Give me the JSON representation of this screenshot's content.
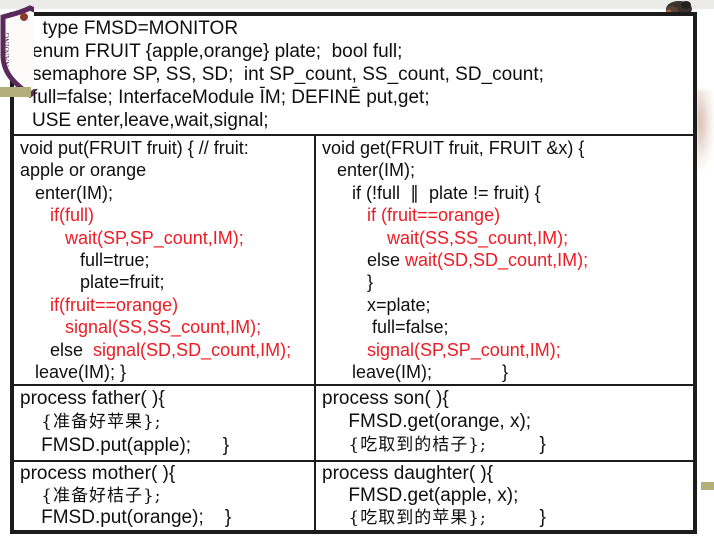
{
  "decor": {
    "top_strip_color": "#ebebe9",
    "olive_accent_color": "#b3ae7c",
    "crest_color": "#5a2a5a",
    "crest_text": "NANJING",
    "red_code_color": "#ed1c24",
    "border_color": "#1c1c1c"
  },
  "monitor_def": {
    "lines": [
      {
        "segments": [
          {
            "t": "  type FMSD=MONITOR",
            "c": "k"
          }
        ]
      },
      {
        "segments": [
          {
            "t": "enum FRUIT {apple,orange} plate;  bool full;",
            "c": "k"
          }
        ]
      },
      {
        "segments": [
          {
            "t": "semaphore SP, SS, SD;  int SP_count, SS_count, SD_count;",
            "c": "k"
          }
        ]
      },
      {
        "segments": [
          {
            "t": "full=false; InterfaceModule ĪM; DEFINĒ put,get;",
            "c": "k"
          }
        ]
      },
      {
        "segments": [
          {
            "t": "USE enter,leave,wait,signal;",
            "c": "k"
          }
        ]
      }
    ]
  },
  "put_fn": {
    "lines": [
      {
        "segments": [
          {
            "t": "void put(FRUIT fruit) { // fruit:",
            "c": "k"
          }
        ]
      },
      {
        "segments": [
          {
            "t": "apple or orange",
            "c": "k"
          }
        ]
      },
      {
        "segments": [
          {
            "t": "   enter(IM);",
            "c": "k"
          }
        ]
      },
      {
        "segments": [
          {
            "t": "      if(full)",
            "c": "r"
          }
        ]
      },
      {
        "segments": [
          {
            "t": "         wait(SP,SP_count,IM);",
            "c": "r"
          }
        ]
      },
      {
        "segments": [
          {
            "t": "            full=true;",
            "c": "k"
          }
        ]
      },
      {
        "segments": [
          {
            "t": "            plate=fruit;",
            "c": "k"
          }
        ]
      },
      {
        "segments": [
          {
            "t": "      if(fruit==orange)",
            "c": "r"
          }
        ]
      },
      {
        "segments": [
          {
            "t": "         signal(SS,SS_count,IM);",
            "c": "r"
          }
        ]
      },
      {
        "segments": [
          {
            "t": "      else  ",
            "c": "k"
          },
          {
            "t": "signal(SD,SD_count,IM);",
            "c": "r"
          }
        ]
      },
      {
        "segments": [
          {
            "t": "   leave(IM); }",
            "c": "k"
          }
        ]
      }
    ]
  },
  "get_fn": {
    "lines": [
      {
        "segments": [
          {
            "t": "void get(FRUIT fruit, FRUIT &x) {",
            "c": "k"
          }
        ]
      },
      {
        "segments": [
          {
            "t": "   enter(IM);",
            "c": "k"
          }
        ]
      },
      {
        "segments": [
          {
            "t": "      if (!full  ∥  plate != fruit) {",
            "c": "k"
          }
        ]
      },
      {
        "segments": [
          {
            "t": "         if (fruit==orange)",
            "c": "r"
          }
        ]
      },
      {
        "segments": [
          {
            "t": "             wait(SS,SS_count,IM);",
            "c": "r"
          }
        ]
      },
      {
        "segments": [
          {
            "t": "         else ",
            "c": "k"
          },
          {
            "t": "wait(SD,SD_count,IM);",
            "c": "r"
          }
        ]
      },
      {
        "segments": [
          {
            "t": "         }",
            "c": "k"
          }
        ]
      },
      {
        "segments": [
          {
            "t": "         x=plate;",
            "c": "k"
          }
        ]
      },
      {
        "segments": [
          {
            "t": "          full=false;",
            "c": "k"
          }
        ]
      },
      {
        "segments": [
          {
            "t": "         signal(SP,SP_count,IM);",
            "c": "r"
          }
        ]
      },
      {
        "segments": [
          {
            "t": "      leave(IM);              }",
            "c": "k"
          }
        ]
      }
    ]
  },
  "father": {
    "lines": [
      {
        "segments": [
          {
            "t": "process father( ){",
            "c": "k"
          }
        ]
      },
      {
        "segments": [
          {
            "t": "    ",
            "c": "k"
          },
          {
            "t": "{准备好苹果};",
            "c": "cn"
          }
        ]
      },
      {
        "segments": [
          {
            "t": "    FMSD.put(apple);      }",
            "c": "k"
          }
        ]
      }
    ]
  },
  "son": {
    "lines": [
      {
        "segments": [
          {
            "t": "process son( ){",
            "c": "k"
          }
        ]
      },
      {
        "segments": [
          {
            "t": "     FMSD.get(orange, x);",
            "c": "k"
          }
        ]
      },
      {
        "segments": [
          {
            "t": "     ",
            "c": "k"
          },
          {
            "t": "{吃取到的桔子};",
            "c": "cn"
          },
          {
            "t": "          }",
            "c": "k"
          }
        ]
      }
    ]
  },
  "mother": {
    "lines": [
      {
        "segments": [
          {
            "t": "process mother( ){",
            "c": "k"
          }
        ]
      },
      {
        "segments": [
          {
            "t": "    ",
            "c": "k"
          },
          {
            "t": "{准备好桔子};",
            "c": "cn"
          }
        ]
      },
      {
        "segments": [
          {
            "t": "    FMSD.put(orange);    }",
            "c": "k"
          }
        ]
      }
    ]
  },
  "daughter": {
    "lines": [
      {
        "segments": [
          {
            "t": "process daughter( ){",
            "c": "k"
          }
        ]
      },
      {
        "segments": [
          {
            "t": "     FMSD.get(apple, x);",
            "c": "k"
          }
        ]
      },
      {
        "segments": [
          {
            "t": "     ",
            "c": "k"
          },
          {
            "t": "{吃取到的苹果};",
            "c": "cn"
          },
          {
            "t": "          }",
            "c": "k"
          }
        ]
      }
    ]
  }
}
